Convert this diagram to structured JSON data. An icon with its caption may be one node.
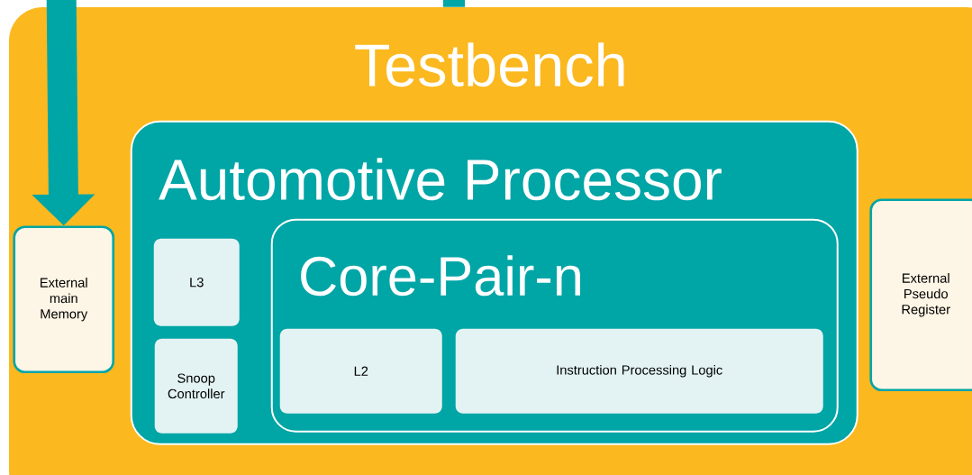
{
  "diagram": {
    "nodes": [
      {
        "text": [
          "Testbench"
        ]
      },
      {
        "text": [
          "External main Memory"
        ],
        "in": 0
      },
      {
        "text": [
          "Automotive Processor"
        ],
        "in": 0
      },
      {
        "text": [
          "L3"
        ],
        "in": 2
      },
      {
        "text": [
          "Snoop Controller"
        ],
        "in": 2
      },
      {
        "text": [
          "Core-Pair-n"
        ],
        "in": 2
      },
      {
        "text": [
          "L2"
        ],
        "in": 5
      },
      {
        "text": [
          "Instruction Processing Logic"
        ],
        "in": 5
      },
      {
        "text": [
          "External Pseudo Register"
        ],
        "in": 0
      }
    ],
    "edges": [
      {
        "from": null,
        "to": 1,
        "arrow": "to"
      },
      {
        "from": null,
        "to": 0,
        "arrow": "none"
      }
    ]
  }
}
